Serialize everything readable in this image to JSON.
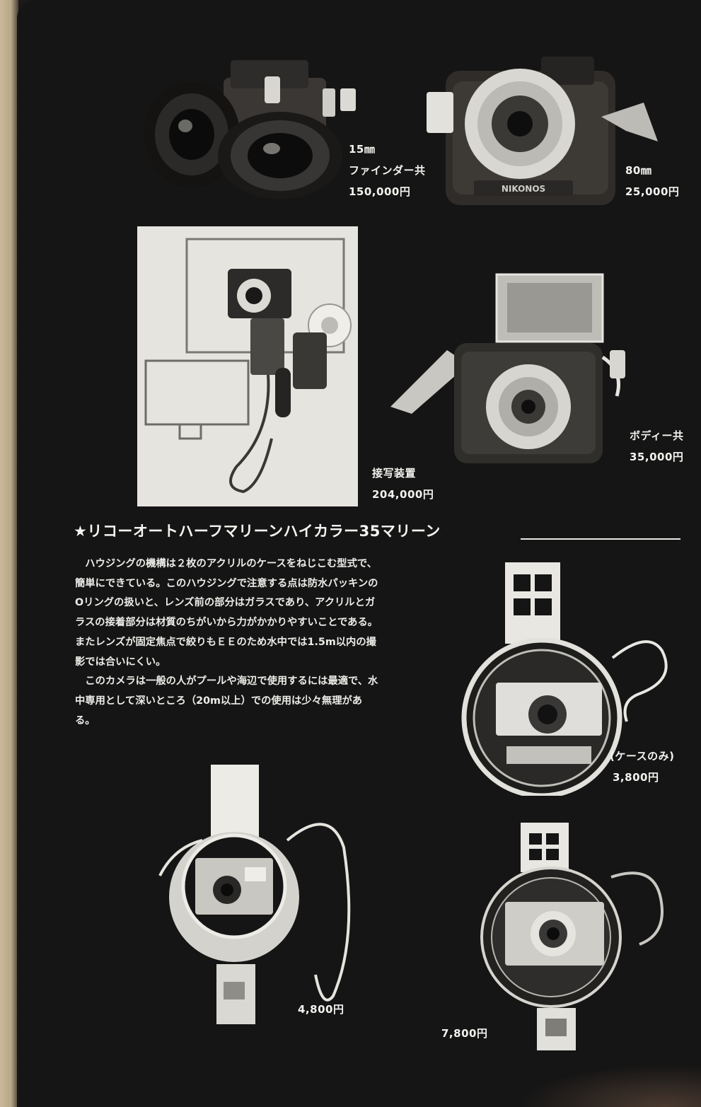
{
  "captions": {
    "lens15_size": "15㎜",
    "lens15_desc": "ファインダー共",
    "lens15_price": "150,000円",
    "lens80_size": "80㎜",
    "lens80_price": "25,000円",
    "closeup_name": "接写装置",
    "closeup_price": "204,000円",
    "body_desc": "ボディー共",
    "body_price": "35,000円",
    "case_desc": "(ケースのみ)",
    "case_price": "3,800円",
    "marine_price": "4,800円",
    "marine2_price": "7,800円"
  },
  "heading": "★リコーオートハーフマリーンハイカラー35マリーン",
  "body": {
    "p1": "ハウジングの機構は２枚のアクリルのケースをねじこむ型式で、簡単にできている。このハウジングで注意する点は防水パッキンのOリングの扱いと、レンズ前の部分はガラスであり、アクリルとガラスの接着部分は材質のちがいから力がかかりやすいことである。またレンズが固定焦点で絞りもＥＥのため水中では1.5m以内の撮影では合いにくい。",
    "p2": "このカメラは一般の人がプールや海辺で使用するには最適で、水中専用として深いところ（20m以上）での使用は少々無理がある。"
  },
  "logos": {
    "nikonos": "NIKONOS"
  },
  "colors": {
    "background": "#151515",
    "text": "#f2f2ee",
    "paper": "#c9b89a"
  }
}
